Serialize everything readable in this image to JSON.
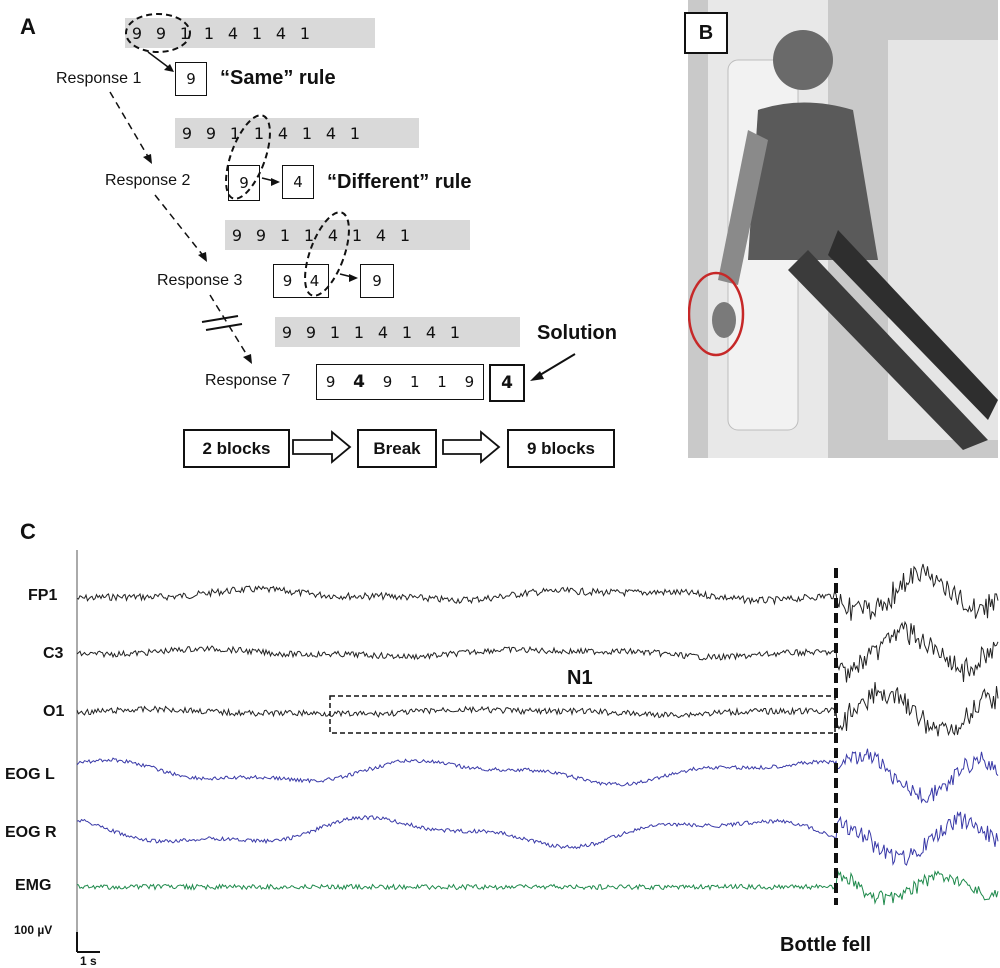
{
  "panels": {
    "a": "A",
    "b": "B",
    "c": "C"
  },
  "panel_a": {
    "sequence_row1": [
      "9",
      "9",
      "1",
      "1",
      "4",
      "1",
      "4",
      "1"
    ],
    "sequence_row2": [
      "9",
      "9",
      "1",
      "1",
      "4",
      "1",
      "4",
      "1"
    ],
    "sequence_row3": [
      "9",
      "9",
      "1",
      "1",
      "4",
      "1",
      "4",
      "1"
    ],
    "sequence_row4": [
      "9",
      "9",
      "1",
      "1",
      "4",
      "1",
      "4",
      "1"
    ],
    "response1_label": "Response 1",
    "response1_box": "9",
    "rule_same": "“Same” rule",
    "response2_label": "Response 2",
    "response2_box_a": "9",
    "response2_box_b": "4",
    "rule_different": "“Different” rule",
    "response3_label": "Response 3",
    "response3_box_a": "9",
    "response3_box_b": "4",
    "response3_box_c": "9",
    "response7_label": "Response 7",
    "response7_sequence": [
      "9",
      "4",
      "9",
      "1",
      "1",
      "9"
    ],
    "response7_answer": "4",
    "solution_label": "Solution",
    "flow": [
      "2 blocks",
      "Break",
      "9 blocks"
    ]
  },
  "panel_c": {
    "channels": [
      {
        "name": "FP1",
        "color": "#222222"
      },
      {
        "name": "C3",
        "color": "#222222"
      },
      {
        "name": "O1",
        "color": "#222222"
      },
      {
        "name": "EOG L",
        "color": "#3a3aa8"
      },
      {
        "name": "EOG R",
        "color": "#3a3aa8"
      },
      {
        "name": "EMG",
        "color": "#1f8a4c"
      }
    ],
    "stage_label": "N1",
    "event_label": "Bottle fell",
    "scale_amplitude": "100 µV",
    "scale_time": "1 s"
  }
}
